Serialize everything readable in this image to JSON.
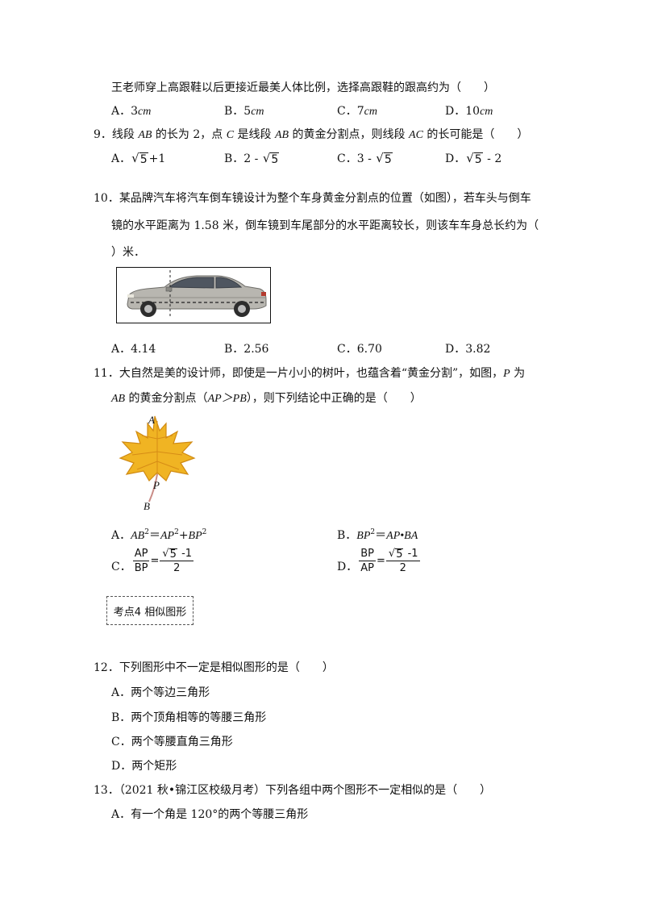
{
  "q8": {
    "stem": "王老师穿上高跟鞋以后更接近最美人体比例，选择高跟鞋的跟高约为（　　）",
    "options": [
      {
        "label": "A．",
        "value": "3",
        "unit": "cm"
      },
      {
        "label": "B．",
        "value": "5",
        "unit": "cm"
      },
      {
        "label": "C．",
        "value": "7",
        "unit": "cm"
      },
      {
        "label": "D．",
        "value": "10",
        "unit": "cm"
      }
    ]
  },
  "q9": {
    "num": "9．",
    "s1": "线段 ",
    "ab1": "AB",
    "s2": " 的长为 2，点 ",
    "c": "C",
    "s3": " 是线段 ",
    "ab2": "AB",
    "s4": " 的黄金分割点，则线段 ",
    "ac": "AC",
    "s5": " 的长可能是（　　）",
    "options": {
      "a_label": "A．",
      "a_rad": "5",
      "a_rest": "+1",
      "b_label": "B．",
      "b_pre": "2 - ",
      "b_rad": "5",
      "c_label": "C．",
      "c_pre": "3 - ",
      "c_rad": "5",
      "d_label": "D．",
      "d_rad": "5",
      "d_rest": " - 2"
    }
  },
  "q10": {
    "line1": "10．某品牌汽车将汽车倒车镜设计为整个车身黄金分割点的位置（如图），若车头与倒车",
    "line2": "镜的水平距离为 1.58 米，倒车镜到车尾部分的水平距离较长，则该车车身总长约为（",
    "line3": "）米．",
    "options": [
      {
        "label": "A．",
        "value": "4.14"
      },
      {
        "label": "B．",
        "value": "2.56"
      },
      {
        "label": "C．",
        "value": "6.70"
      },
      {
        "label": "D．",
        "value": "3.82"
      }
    ]
  },
  "q11": {
    "line1": "11．大自然是美的设计师，即使是一片小小的树叶，也蕴含着“黄金分割”，如图，",
    "p": "P",
    "wei": " 为",
    "ab": "AB",
    "s2": " 的黄金分割点（",
    "ap_gt_pb": "AP＞PB",
    "s3": "），则下列结论中正确的是（　　）",
    "leaf_labels": {
      "a": "A",
      "p": "P",
      "b": "B"
    },
    "options": {
      "a_label": "A．",
      "a_ab": "AB",
      "a_eq": "＝",
      "a_ap": "AP",
      "a_plus": "+",
      "a_bp": "BP",
      "sq": "2",
      "b_label": "B．",
      "b_bp": "BP",
      "b_eq": "＝",
      "b_prod": "AP•BA",
      "c_label": "C．",
      "c_num": "AP",
      "c_den": "BP",
      "c_eq": "=",
      "c_rad": "5",
      "c_rest": " -1",
      "c_den2": "2",
      "d_label": "D．",
      "d_num": "BP",
      "d_den": "AP",
      "d_eq": "=",
      "d_rad": "5",
      "d_rest": " -1",
      "d_den2": "2"
    }
  },
  "kaodian": "考点4  相似图形",
  "q12": {
    "stem": "12．下列图形中不一定是相似图形的是（　　）",
    "options": [
      "A．两个等边三角形",
      "B．两个顶角相等的等腰三角形",
      "C．两个等腰直角三角形",
      "D．两个矩形"
    ]
  },
  "q13": {
    "stem": "13．（2021 秋•锦江区校级月考）下列各组中两个图形不一定相似的是（　　）",
    "option_a": "A．有一个角是 120°的两个等腰三角形"
  }
}
